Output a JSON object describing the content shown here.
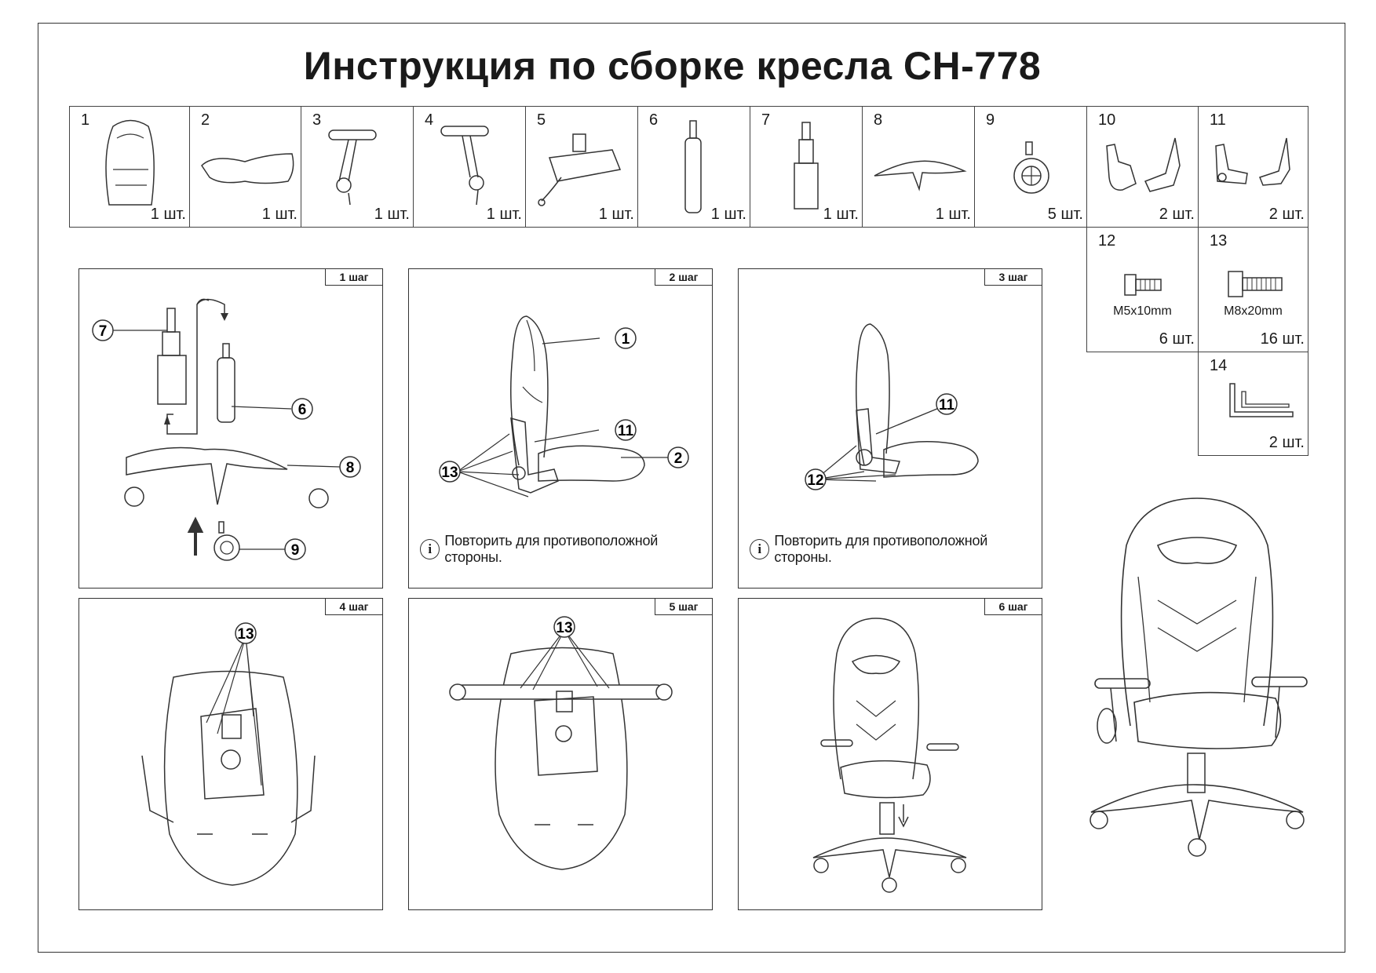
{
  "title": "Инструкция по сборке кресла CH-778",
  "parts": [
    {
      "num": "1",
      "qty": "1 шт.",
      "icon": "seat-backrest-icon"
    },
    {
      "num": "2",
      "qty": "1 шт.",
      "icon": "seat-cushion-icon"
    },
    {
      "num": "3",
      "qty": "1 шт.",
      "icon": "armrest-left-icon"
    },
    {
      "num": "4",
      "qty": "1 шт.",
      "icon": "armrest-right-icon"
    },
    {
      "num": "5",
      "qty": "1 шт.",
      "icon": "tilt-mechanism-icon"
    },
    {
      "num": "6",
      "qty": "1 шт.",
      "icon": "gas-lift-icon"
    },
    {
      "num": "7",
      "qty": "1 шт.",
      "icon": "gas-lift-cover-icon"
    },
    {
      "num": "8",
      "qty": "1 шт.",
      "icon": "star-base-icon"
    },
    {
      "num": "9",
      "qty": "5 шт.",
      "icon": "caster-wheel-icon"
    },
    {
      "num": "10",
      "qty": "2 шт.",
      "icon": "side-bracket-cover-icon"
    },
    {
      "num": "11",
      "qty": "2 шт.",
      "icon": "recline-bracket-icon"
    }
  ],
  "hardware": [
    {
      "num": "12",
      "size": "M5x10mm",
      "qty": "6 шт.",
      "icon": "bolt-small-icon"
    },
    {
      "num": "13",
      "size": "M8x20mm",
      "qty": "16 шт.",
      "icon": "bolt-large-icon"
    },
    {
      "num": "14",
      "size": "",
      "qty": "2 шт.",
      "icon": "hex-key-icon"
    }
  ],
  "steps": [
    {
      "label": "1 шаг",
      "callouts": [
        "7",
        "6",
        "8",
        "9"
      ],
      "note": ""
    },
    {
      "label": "2 шаг",
      "callouts": [
        "1",
        "11",
        "2",
        "13"
      ],
      "note": "Повторить для противоположной стороны."
    },
    {
      "label": "3 шаг",
      "callouts": [
        "11",
        "12"
      ],
      "note": "Повторить для противоположной стороны."
    },
    {
      "label": "4 шаг",
      "callouts": [
        "13"
      ],
      "note": ""
    },
    {
      "label": "5 шаг",
      "callouts": [
        "13"
      ],
      "note": ""
    },
    {
      "label": "6 шаг",
      "callouts": [],
      "note": ""
    }
  ],
  "info_glyph": "i"
}
